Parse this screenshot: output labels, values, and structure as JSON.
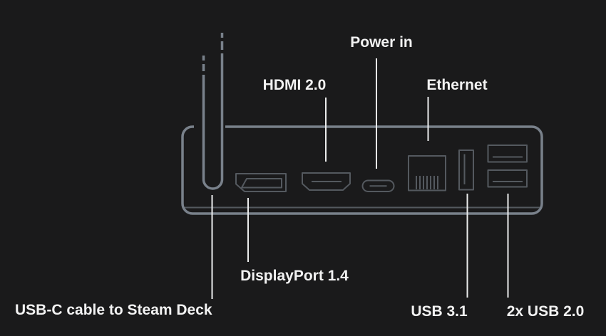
{
  "diagram": {
    "labels": {
      "power_in": "Power in",
      "hdmi": "HDMI 2.0",
      "ethernet": "Ethernet",
      "displayport": "DisplayPort 1.4",
      "usbc_cable": "USB-C cable to Steam Deck",
      "usb31": "USB 3.1",
      "usb20": "2x USB 2.0"
    },
    "ports": [
      {
        "id": "usbc-cable",
        "label": "USB-C cable to Steam Deck"
      },
      {
        "id": "displayport",
        "label": "DisplayPort 1.4"
      },
      {
        "id": "hdmi",
        "label": "HDMI 2.0"
      },
      {
        "id": "power-in-usbc",
        "label": "Power in"
      },
      {
        "id": "ethernet",
        "label": "Ethernet"
      },
      {
        "id": "usb-3-1",
        "label": "USB 3.1"
      },
      {
        "id": "usb-2-0-x2",
        "label": "2x USB 2.0"
      }
    ],
    "colors": {
      "background": "#1a1a1b",
      "device_outline": "#79818b",
      "port_outline": "#54595f",
      "leader_line": "#ebecec",
      "label_text": "#f2f2f2"
    }
  }
}
